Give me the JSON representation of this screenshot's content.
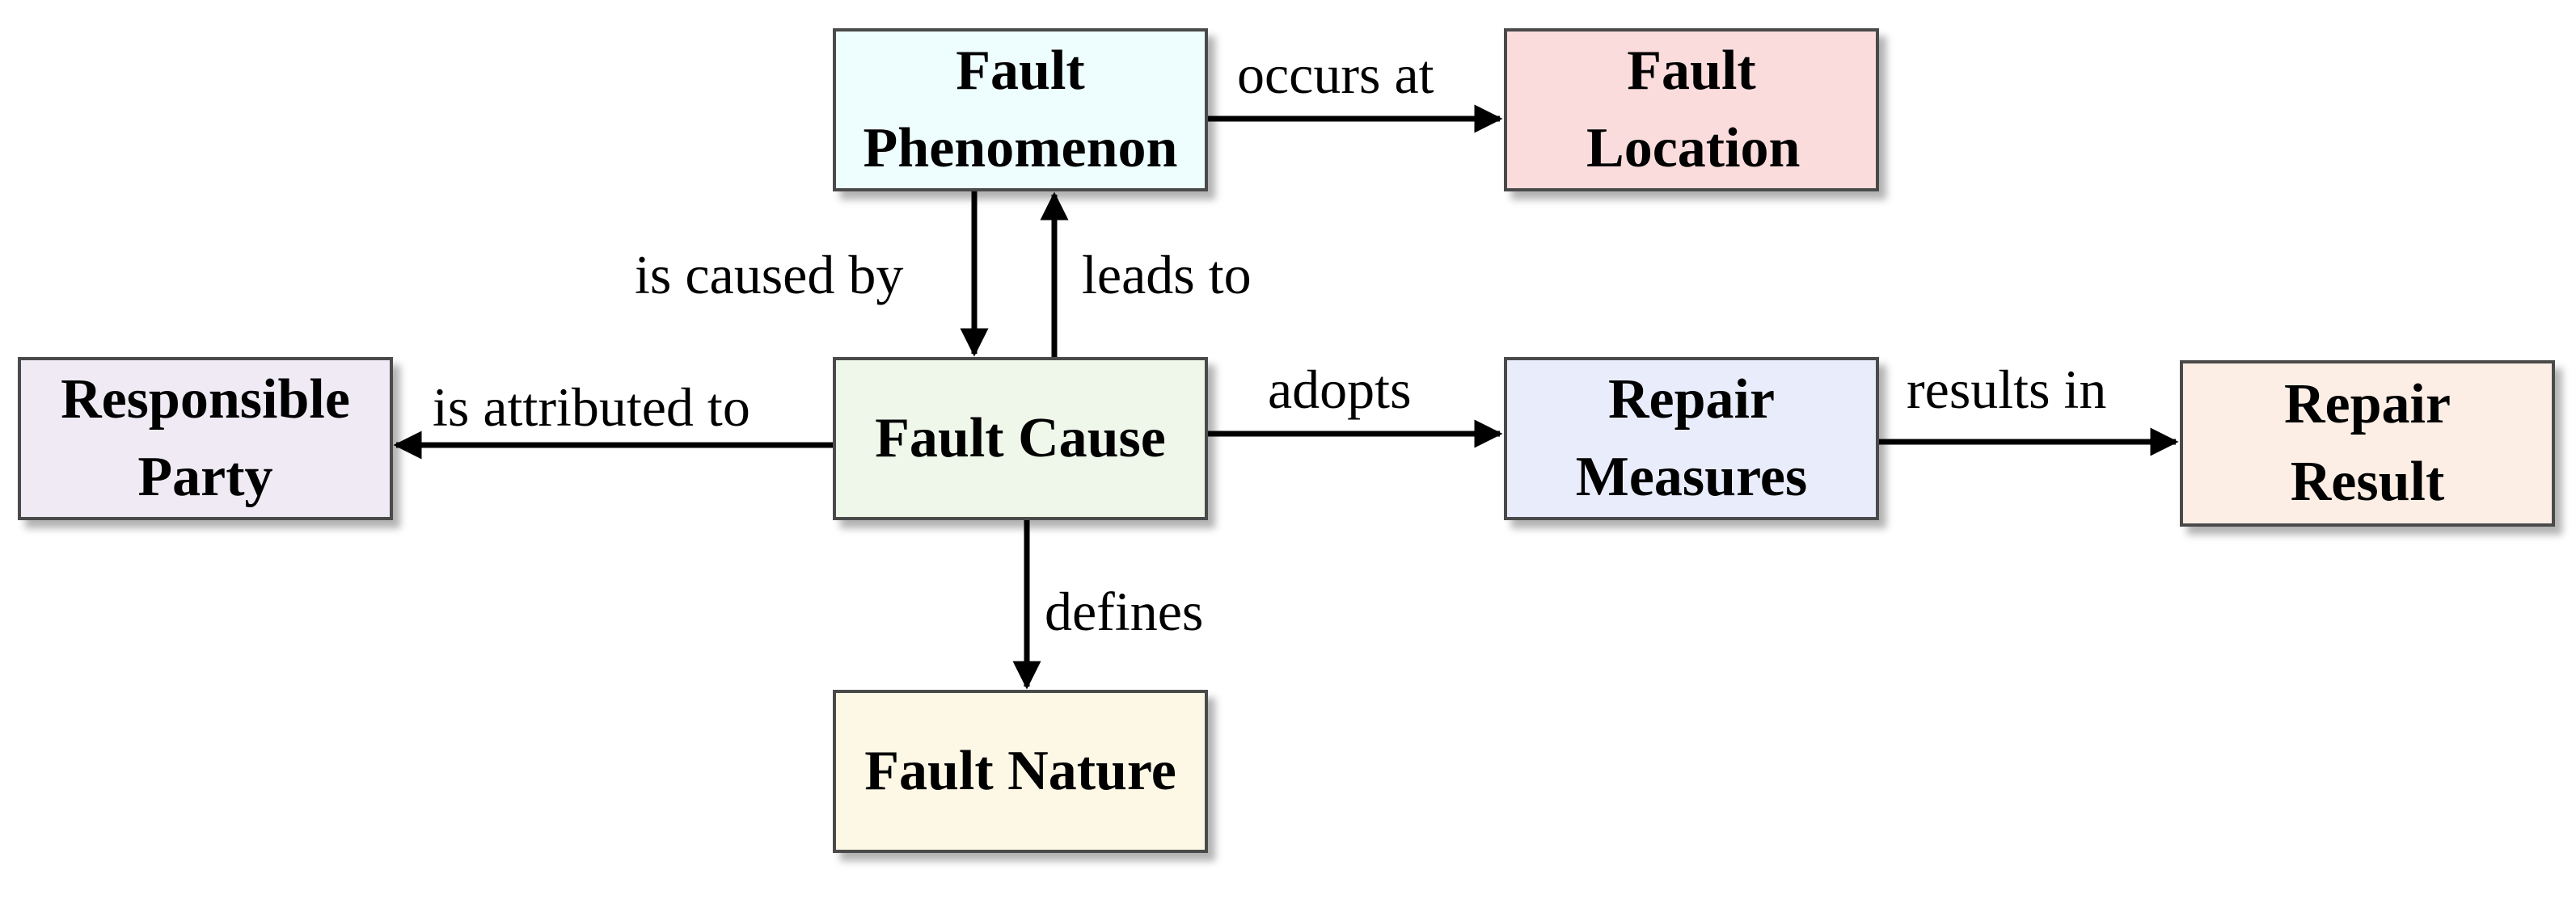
{
  "nodes": {
    "fault_phenomenon": {
      "label": "Fault Phenomenon",
      "fill": "#eefdfd"
    },
    "fault_location": {
      "label": "Fault Location",
      "fill": "#fadcdc"
    },
    "fault_cause": {
      "label": "Fault Cause",
      "fill": "#eff7ea"
    },
    "responsible_party": {
      "label": "Responsible Party",
      "fill": "#efeaf3"
    },
    "repair_measures": {
      "label": "Repair Measures",
      "fill": "#e9edfb"
    },
    "repair_result": {
      "label": "Repair Result",
      "fill": "#fdeee5"
    },
    "fault_nature": {
      "label": "Fault Nature",
      "fill": "#fdf8e6"
    }
  },
  "edges": {
    "occurs_at": {
      "label": "occurs at",
      "from": "Fault Phenomenon",
      "to": "Fault Location"
    },
    "is_caused_by": {
      "label": "is caused by",
      "from": "Fault Phenomenon",
      "to": "Fault Cause"
    },
    "leads_to": {
      "label": "leads to",
      "from": "Fault Cause",
      "to": "Fault Phenomenon"
    },
    "is_attributed_to": {
      "label": "is attributed to",
      "from": "Fault Cause",
      "to": "Responsible Party"
    },
    "adopts": {
      "label": "adopts",
      "from": "Fault Cause",
      "to": "Repair Measures"
    },
    "results_in": {
      "label": "results in",
      "from": "Repair Measures",
      "to": "Repair Result"
    },
    "defines": {
      "label": "defines",
      "from": "Fault Cause",
      "to": "Fault Nature"
    }
  },
  "colors": {
    "border": "#4a4a4a",
    "arrow": "#000000"
  }
}
